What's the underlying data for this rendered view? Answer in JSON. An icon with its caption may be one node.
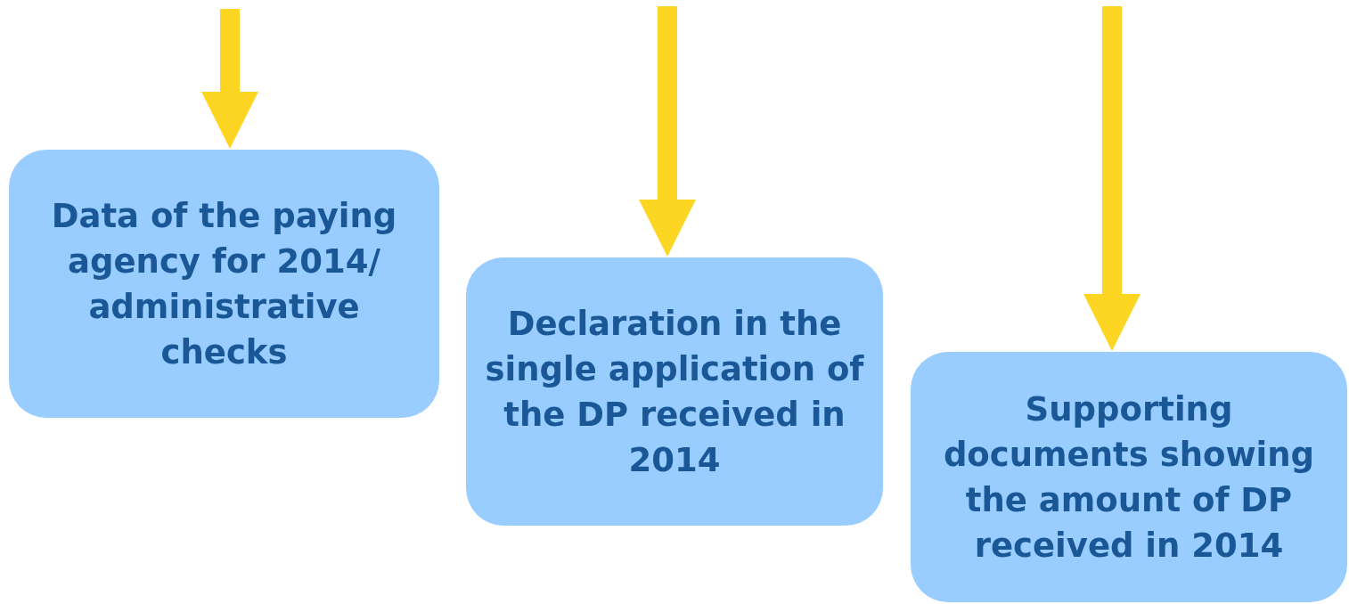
{
  "diagram": {
    "nodes": [
      {
        "text": [
          "Data of the paying agency for 2014/ administrative checks"
        ]
      },
      {
        "text": [
          "Declaration in the single application of the DP received in 2014"
        ]
      },
      {
        "text": [
          "Supporting documents showing the amount of DP received in 2014"
        ]
      }
    ],
    "edges": [
      {
        "from": null,
        "to": 0,
        "arrow": "to"
      },
      {
        "from": null,
        "to": 1,
        "arrow": "to"
      },
      {
        "from": null,
        "to": 2,
        "arrow": "to"
      }
    ]
  }
}
